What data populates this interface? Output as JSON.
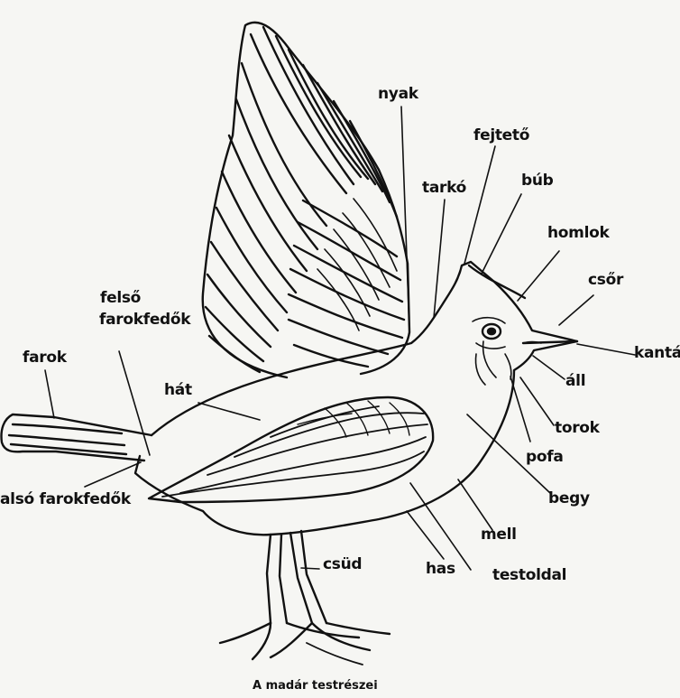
{
  "caption": "A madár testrészei",
  "labels": {
    "nyak": "nyak",
    "fejteto": "fejtető",
    "bub": "búb",
    "tarko": "tarkó",
    "homlok": "homlok",
    "csor": "csőr",
    "felso_1": "felső",
    "felso_2": "farokfedők",
    "farok": "farok",
    "hat": "hát",
    "kantar": "kantár",
    "all": "áll",
    "torok": "torok",
    "pofa": "pofa",
    "also_farokfedok": "alsó farokfedők",
    "begy": "begy",
    "mell": "mell",
    "csud": "csüd",
    "has": "has",
    "testoldal": "testoldal"
  }
}
